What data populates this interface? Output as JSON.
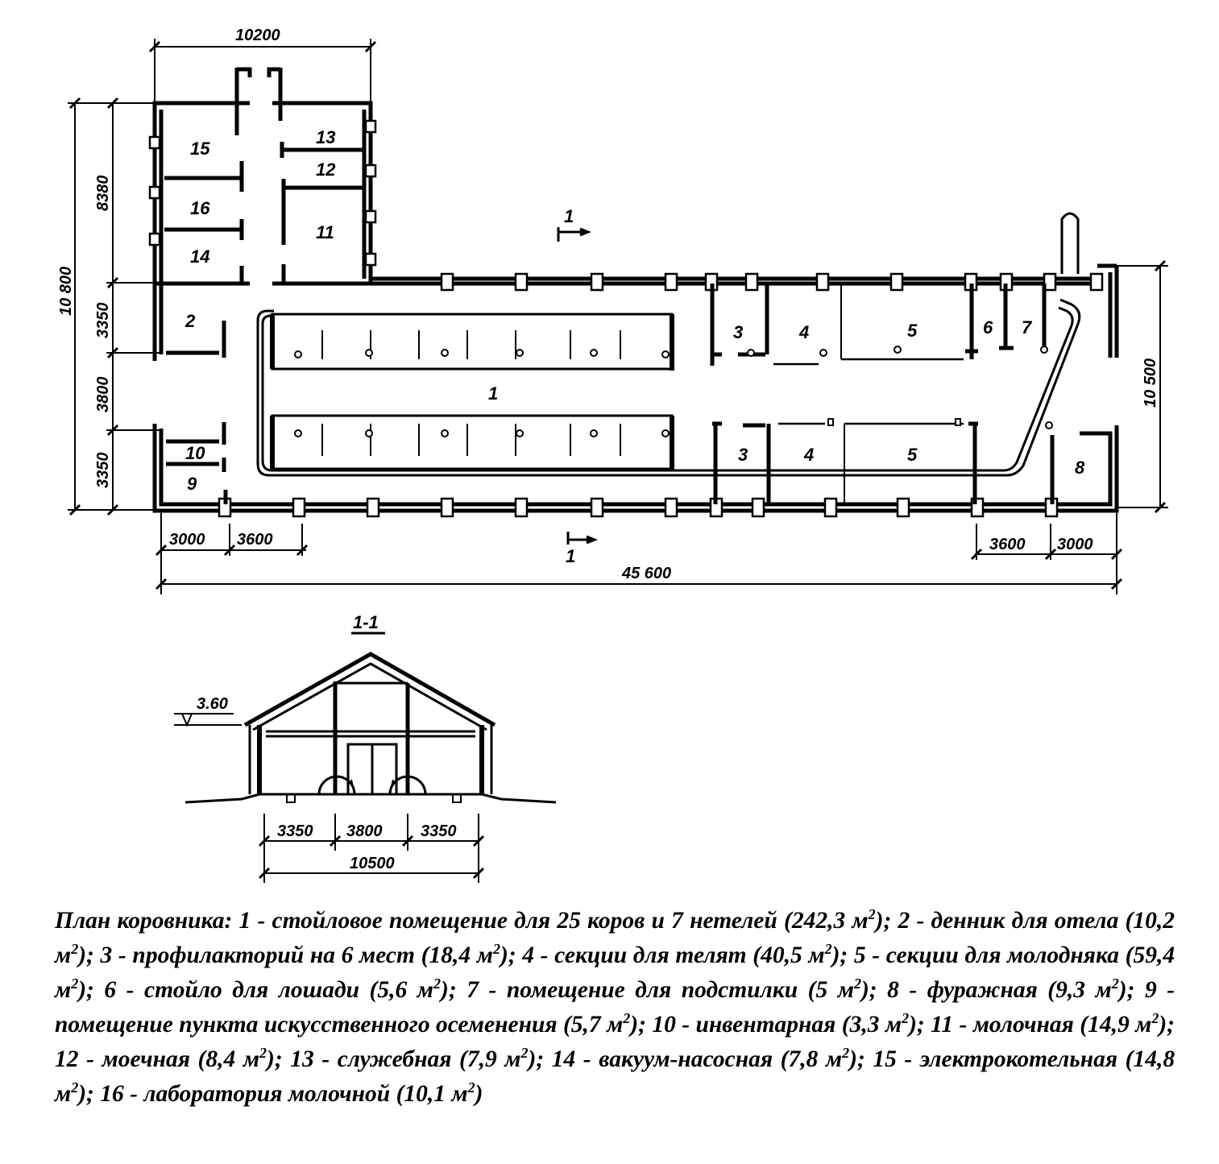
{
  "plan": {
    "dims": {
      "top_width": "10200",
      "left_total": "10 800",
      "left_upper": "8380",
      "left_mid_upper": "3350",
      "left_mid": "3800",
      "left_lower": "3350",
      "right_total": "10 500",
      "bottom_left_a": "3000",
      "bottom_left_b": "3600",
      "bottom_right_a": "3600",
      "bottom_right_b": "3000",
      "bottom_total": "45 600"
    },
    "section_mark": "1",
    "rooms": {
      "r1": "1",
      "r2": "2",
      "r3a": "3",
      "r3b": "3",
      "r4a": "4",
      "r4b": "4",
      "r5a": "5",
      "r5b": "5",
      "r6": "6",
      "r7": "7",
      "r8": "8",
      "r9": "9",
      "r10": "10",
      "r11": "11",
      "r12": "12",
      "r13": "13",
      "r14": "14",
      "r15": "15",
      "r16": "16"
    }
  },
  "section": {
    "title": "1-1",
    "height_mark": "3.60",
    "dim_a": "3350",
    "dim_b": "3800",
    "dim_c": "3350",
    "dim_total": "10500"
  },
  "caption": {
    "lead": "План коровника:",
    "items": [
      {
        "num": "1",
        "text": "стойловое помещение для 25 коров и 7 нетелей",
        "area": "242,3"
      },
      {
        "num": "2",
        "text": "денник для отела",
        "area": "10,2"
      },
      {
        "num": "3",
        "text": "профилакторий на 6 мест",
        "area": "18,4"
      },
      {
        "num": "4",
        "text": "секции для телят",
        "area": "40,5"
      },
      {
        "num": "5",
        "text": "секции для молодняка",
        "area": "59,4"
      },
      {
        "num": "6",
        "text": "стойло для лошади",
        "area": "5,6"
      },
      {
        "num": "7",
        "text": "помещение для подстилки",
        "area": "5"
      },
      {
        "num": "8",
        "text": "фуражная",
        "area": "9,3"
      },
      {
        "num": "9",
        "text": "помещение пункта искусственного осеменения",
        "area": "5,7"
      },
      {
        "num": "10",
        "text": "инвентарная",
        "area": "3,3"
      },
      {
        "num": "11",
        "text": "молочная",
        "area": "14,9"
      },
      {
        "num": "12",
        "text": "моечная",
        "area": "8,4"
      },
      {
        "num": "13",
        "text": "служебная",
        "area": "7,9"
      },
      {
        "num": "14",
        "text": "вакуум-насосная",
        "area": "7,8"
      },
      {
        "num": "15",
        "text": "электрокотельная",
        "area": "14,8"
      },
      {
        "num": "16",
        "text": "лаборатория молочной",
        "area": "10,1"
      }
    ],
    "unit": "м",
    "unit_power": "2"
  }
}
